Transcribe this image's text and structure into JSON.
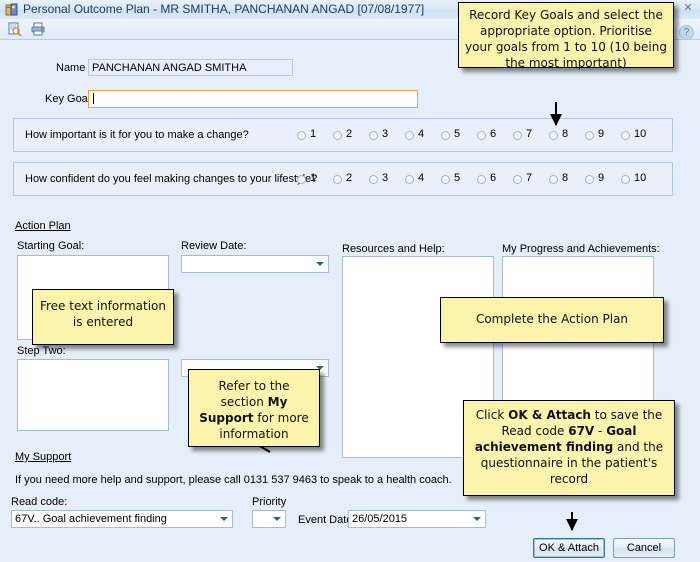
{
  "window": {
    "title": "Personal Outcome Plan - MR SMITHA, PANCHANAN ANGAD [07/08/1977]",
    "close_label": "✕",
    "help_label": "?"
  },
  "toolbar": {
    "preview_icon": "document-preview-icon",
    "print_icon": "printer-icon"
  },
  "form": {
    "name_label": "Name",
    "name_value": "PANCHANAN ANGAD SMITHA",
    "key_goal_label": "Key Goal",
    "key_goal_value": "",
    "question_importance": "How important is it for you to make a change?",
    "question_confidence": "How confident do you feel making changes to your lifestyle?",
    "scale_options": [
      "1",
      "2",
      "3",
      "4",
      "5",
      "6",
      "7",
      "8",
      "9",
      "10"
    ],
    "action_plan_header": "Action Plan",
    "starting_goal_label": "Starting Goal:",
    "starting_goal_value": "",
    "review_date_label": "Review Date:",
    "review_date_value": "",
    "resources_label": "Resources and Help:",
    "resources_value": "",
    "progress_label": "My Progress and Achievements:",
    "progress_value": "",
    "step_two_label": "Step Two:",
    "step_two_value": "",
    "step_two_date_value": "",
    "my_support_header": "My Support",
    "my_support_text": "If you need more help and support, please call 0131 537 9463 to speak to a health coach.",
    "read_code_label": "Read code:",
    "read_code_value": "67V.. Goal achievement finding",
    "priority_label": "Priority",
    "priority_value": "",
    "event_date_label": "Event Date",
    "event_date_value": "26/05/2015",
    "ok_attach_label": "OK & Attach",
    "cancel_label": "Cancel"
  },
  "annotations": {
    "key_goals": "Record Key Goals and select the appropriate option. Prioritise your goals from 1 to 10 (10 being the most important)",
    "free_text": "Free text information is entered",
    "complete_action_plan": "Complete the Action Plan",
    "refer_support_pre": "Refer to the section ",
    "refer_support_bold": "My Support",
    "refer_support_post": " for more information",
    "ok_attach_p1": "Click ",
    "ok_attach_b1": "OK & Attach",
    "ok_attach_p2": " to save the Read code ",
    "ok_attach_b2": "67V",
    "ok_attach_p3": " - ",
    "ok_attach_b3": "Goal achievement finding",
    "ok_attach_p4": " and the questionnaire in the patient's record"
  },
  "colors": {
    "callout_bg": "#fcf4ad",
    "form_bg": "#e6eef9",
    "accent": "#e8a33d"
  }
}
